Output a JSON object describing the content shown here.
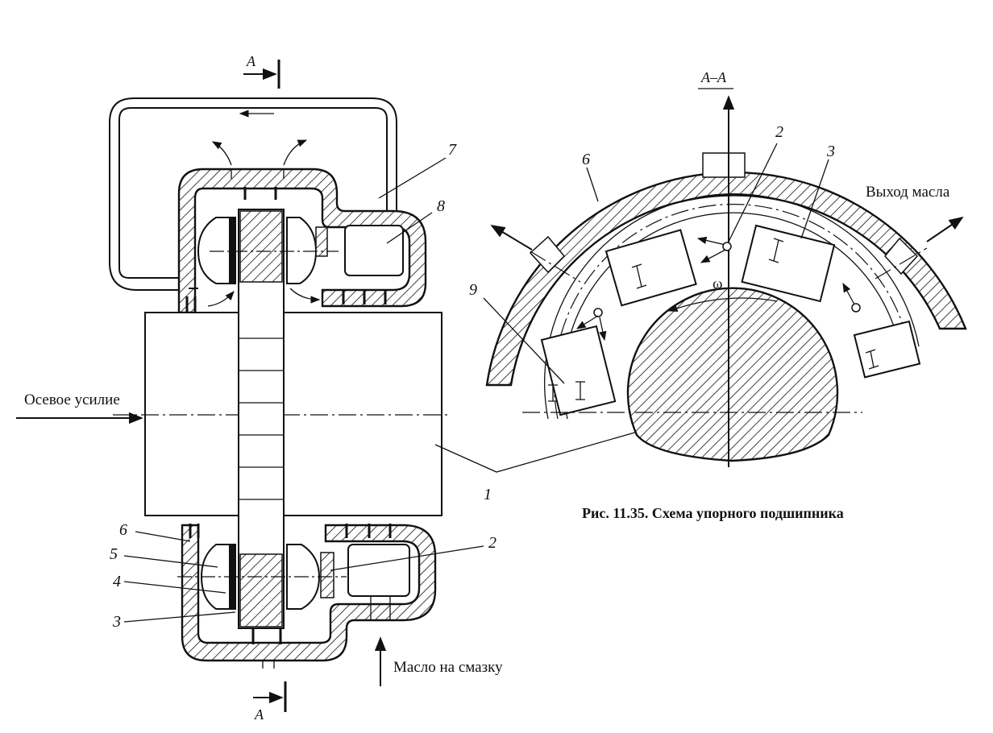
{
  "labels": {
    "axial_force": "Осевое усилие",
    "oil_supply": "Масло на смазку",
    "oil_exit": "Выход масла",
    "omega": "ω",
    "section_title": "А–А",
    "section_mark_top": "А",
    "section_mark_bottom": "А"
  },
  "caption": "Рис. 11.35. Схема упорного подшипника",
  "callouts_left": {
    "n1": "1",
    "n2": "2",
    "n3": "3",
    "n4": "4",
    "n5": "5",
    "n6": "6",
    "n7": "7",
    "n8": "8"
  },
  "callouts_right": {
    "n2": "2",
    "n3": "3",
    "n6": "6",
    "n9": "9"
  }
}
